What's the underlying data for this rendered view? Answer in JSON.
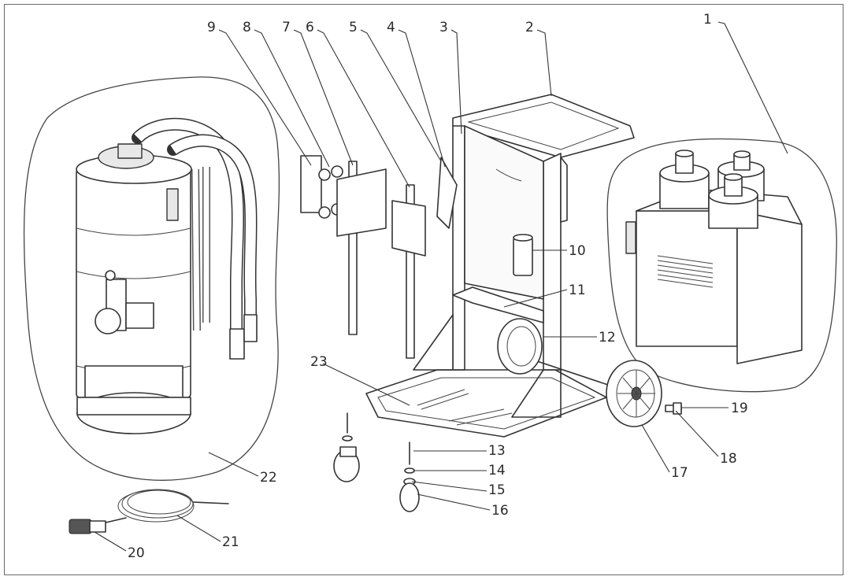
{
  "diagram": {
    "type": "exploded-parts-diagram",
    "labels": [
      "1",
      "2",
      "3",
      "4",
      "5",
      "6",
      "7",
      "8",
      "9",
      "10",
      "11",
      "12",
      "13",
      "14",
      "15",
      "16",
      "17",
      "18",
      "19",
      "20",
      "21",
      "22",
      "23"
    ]
  }
}
